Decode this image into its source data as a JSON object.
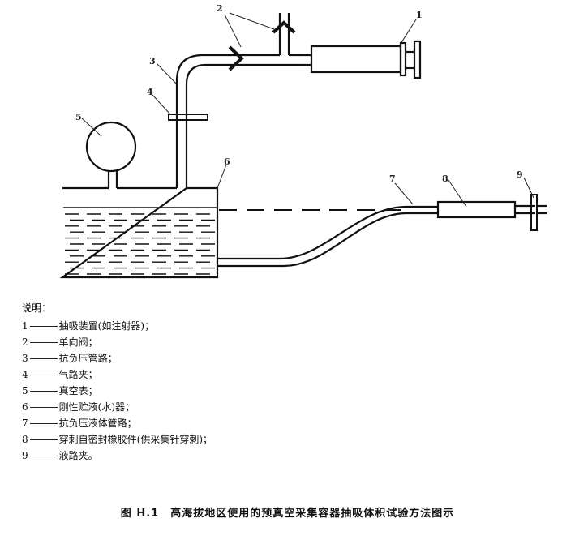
{
  "diagram": {
    "labels": [
      "1",
      "2",
      "3",
      "4",
      "5",
      "6",
      "7",
      "8",
      "9"
    ]
  },
  "legend": {
    "title": "说明：",
    "items": [
      {
        "num": "1",
        "text": "抽吸装置(如注射器)；"
      },
      {
        "num": "2",
        "text": "单向阀；"
      },
      {
        "num": "3",
        "text": "抗负压管路；"
      },
      {
        "num": "4",
        "text": "气路夹；"
      },
      {
        "num": "5",
        "text": "真空表；"
      },
      {
        "num": "6",
        "text": "刚性贮液(水)器；"
      },
      {
        "num": "7",
        "text": "抗负压液体管路；"
      },
      {
        "num": "8",
        "text": "穿刺自密封橡胶件(供采集针穿刺)；"
      },
      {
        "num": "9",
        "text": "液路夹。"
      }
    ]
  },
  "caption": {
    "figure_number": "图 H.1",
    "title": "高海拔地区使用的预真空采集容器抽吸体积试验方法图示"
  }
}
